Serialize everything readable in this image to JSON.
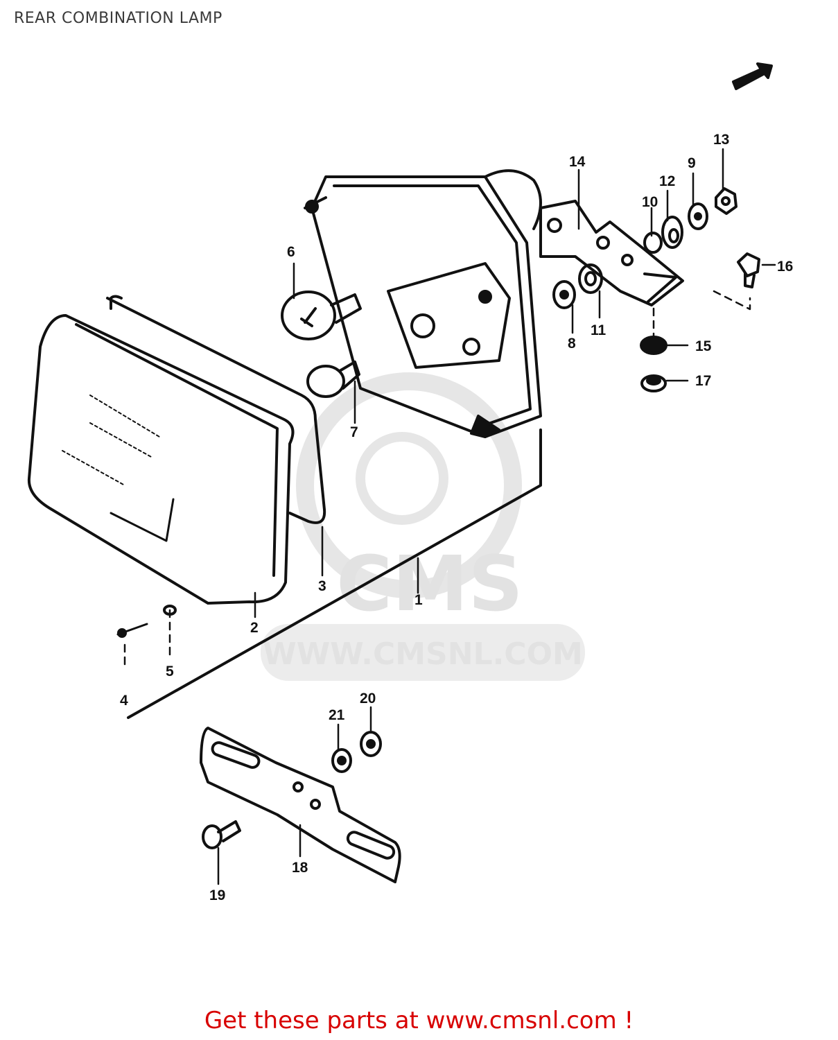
{
  "title": "REAR COMBINATION LAMP",
  "watermark": {
    "brand": "CMS",
    "site": "WWW.CMSNL.COM"
  },
  "callouts": [
    {
      "id": "p1",
      "label": "1"
    },
    {
      "id": "p2",
      "label": "2"
    },
    {
      "id": "p3",
      "label": "3"
    },
    {
      "id": "p4",
      "label": "4"
    },
    {
      "id": "p5",
      "label": "5"
    },
    {
      "id": "p6",
      "label": "6"
    },
    {
      "id": "p7",
      "label": "7"
    },
    {
      "id": "p8",
      "label": "8"
    },
    {
      "id": "p9",
      "label": "9"
    },
    {
      "id": "p10",
      "label": "10"
    },
    {
      "id": "p11",
      "label": "11"
    },
    {
      "id": "p12",
      "label": "12"
    },
    {
      "id": "p13",
      "label": "13"
    },
    {
      "id": "p14",
      "label": "14"
    },
    {
      "id": "p15",
      "label": "15"
    },
    {
      "id": "p16",
      "label": "16"
    },
    {
      "id": "p17",
      "label": "17"
    },
    {
      "id": "p18",
      "label": "18"
    },
    {
      "id": "p19",
      "label": "19"
    },
    {
      "id": "p20",
      "label": "20"
    },
    {
      "id": "p21",
      "label": "21"
    }
  ],
  "footer": {
    "text": "Get these parts at www.cmsnl.com !"
  },
  "colors": {
    "ink": "#111111",
    "watermark": "#e2e2e2",
    "footer": "#d80000"
  }
}
